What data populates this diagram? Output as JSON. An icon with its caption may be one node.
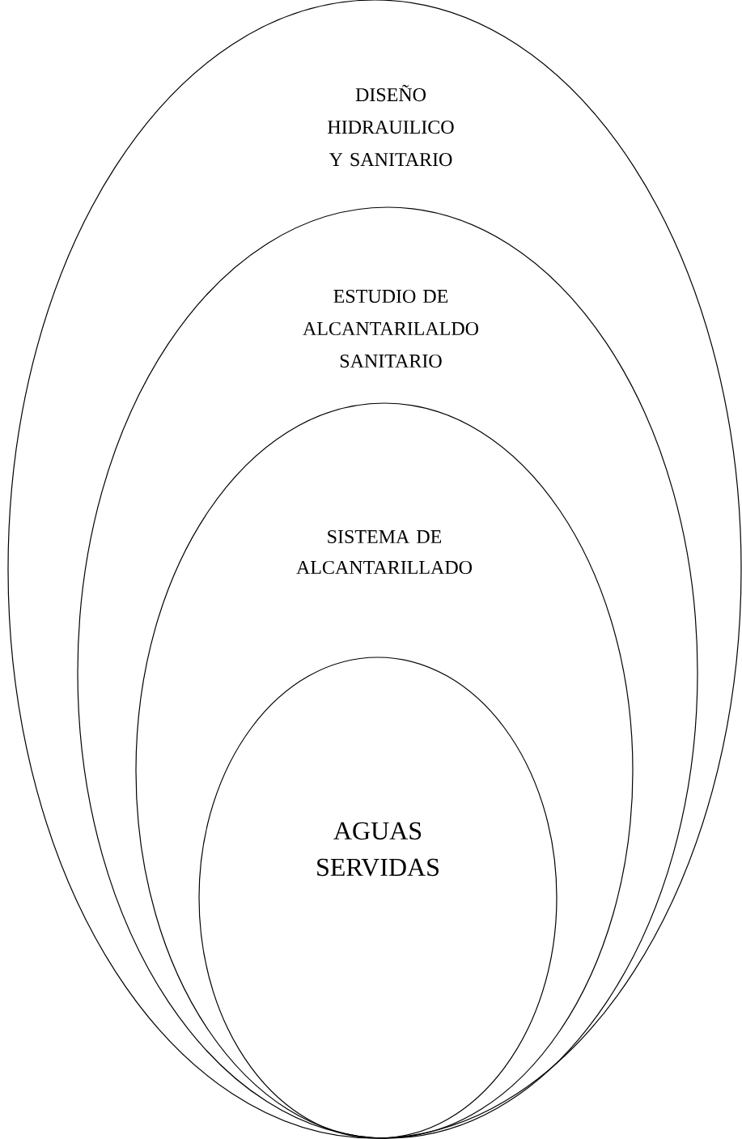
{
  "diagram": {
    "nodes": [
      {
        "text": [
          "DISEÑO HIDRAUILICO Y SANITARIO"
        ]
      },
      {
        "text": [
          "ESTUDIO DE ALCANTARILALDO SANITARIO"
        ],
        "in": 0
      },
      {
        "text": [
          "SISTEMA DE ALCANTARILLADO"
        ],
        "in": 1
      },
      {
        "text": [
          "AGUAS SERVIDAS"
        ],
        "in": 2
      }
    ]
  }
}
